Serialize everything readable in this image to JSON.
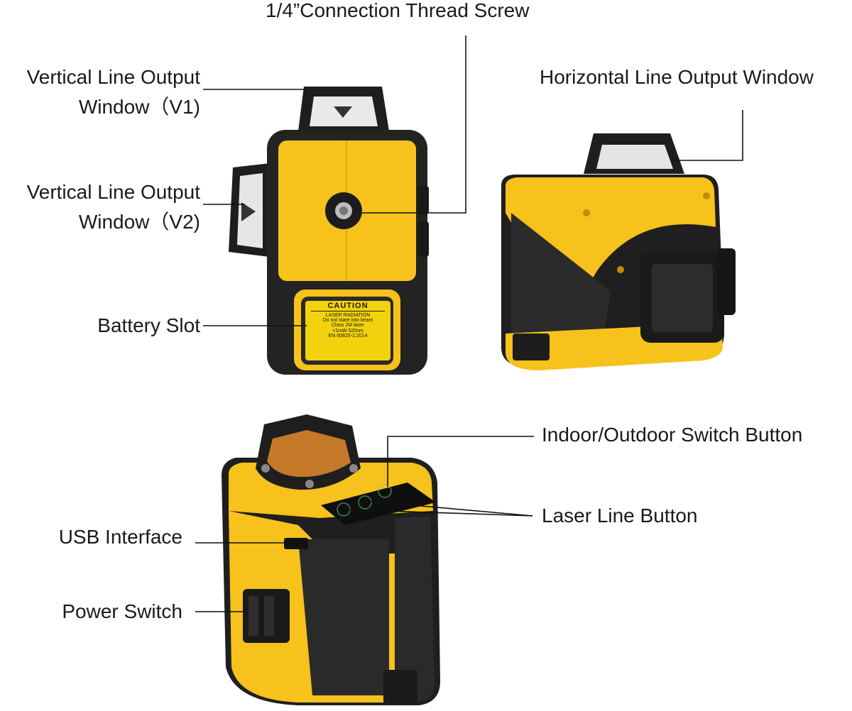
{
  "labels": {
    "thread_screw": "1/4”Connection Thread Screw",
    "v1_line1": "Vertical Line Output",
    "v1_line2": "Window（V1)",
    "v2_line1": "Vertical Line Output",
    "v2_line2": "Window（V2)",
    "battery_slot": "Battery Slot",
    "horizontal_window": "Horizontal Line Output Window",
    "indoor_outdoor": "Indoor/Outdoor Switch Button",
    "laser_line_button": "Laser Line Button",
    "usb_interface": "USB Interface",
    "power_switch": "Power Switch"
  },
  "caution_label": {
    "title": "CAUTION",
    "line1": "LASER RADIATION",
    "line2": "Do not stare into beam",
    "line3": "Class 2M laser",
    "line4": "<1mW 520nm",
    "line5": "EN 60825-1:2014"
  },
  "colors": {
    "body_yellow": "#f6c21b",
    "body_black": "#222222",
    "label_yellow": "#f1d20d"
  }
}
